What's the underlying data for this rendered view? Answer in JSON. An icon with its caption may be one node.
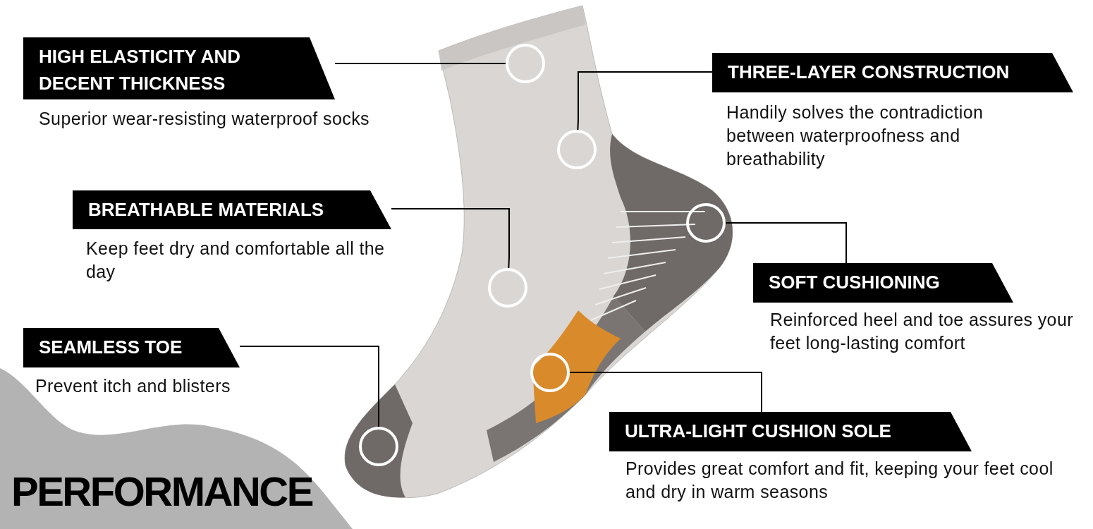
{
  "diagram": {
    "title": "PERFORMANCE",
    "nodes": [
      {
        "text": [
          "HIGH ELASTICITY AND DECENT THICKNESS"
        ],
        "beside": [
          "Superior wear-resisting waterproof socks"
        ]
      },
      {
        "text": [],
        "shape": "circle"
      },
      {
        "text": [
          "THREE-LAYER CONSTRUCTION"
        ],
        "beside": [
          "Handily solves the contradiction between waterproofness and breathability"
        ]
      },
      {
        "text": [],
        "shape": "circle"
      },
      {
        "text": [
          "BREATHABLE MATERIALS"
        ],
        "beside": [
          "Keep feet dry and comfortable all the day"
        ]
      },
      {
        "text": [],
        "shape": "circle"
      },
      {
        "text": [
          "SOFT CUSHIONING"
        ],
        "beside": [
          "Reinforced heel and toe assures your feet long-lasting comfort"
        ]
      },
      {
        "text": [],
        "shape": "circle"
      },
      {
        "text": [
          "SEAMLESS TOE"
        ],
        "beside": [
          "Prevent itch and blisters"
        ]
      },
      {
        "text": [],
        "shape": "circle"
      },
      {
        "text": [
          "ULTRA-LIGHT CUSHION SOLE"
        ],
        "beside": [
          "Provides great comfort and fit, keeping your feet cool and dry in warm seasons"
        ]
      },
      {
        "text": [],
        "shape": "circle"
      }
    ],
    "edges": [
      {
        "from": 0,
        "to": 1,
        "arrow": "none"
      },
      {
        "from": 2,
        "to": 3,
        "arrow": "none"
      },
      {
        "from": 4,
        "to": 5,
        "arrow": "none"
      },
      {
        "from": 6,
        "to": 7,
        "arrow": "none"
      },
      {
        "from": 8,
        "to": 9,
        "arrow": "none"
      },
      {
        "from": 10,
        "to": 11,
        "arrow": "none"
      }
    ]
  }
}
